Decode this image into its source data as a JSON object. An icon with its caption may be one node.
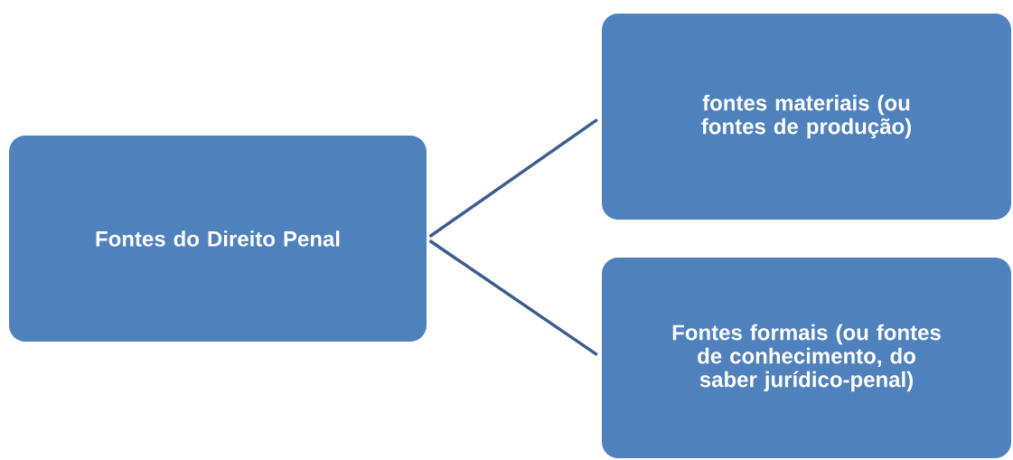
{
  "diagram": {
    "nodes": [
      {
        "text": [
          "Fontes do Direito Penal"
        ]
      },
      {
        "text": [
          "fontes materiais (ou fontes de produção)"
        ]
      },
      {
        "text": [
          "Fontes formais (ou fontes de conhecimento, do saber jurídico-penal)"
        ]
      }
    ],
    "edges": [
      {
        "from": 0,
        "to": 1,
        "arrow": "none"
      },
      {
        "from": 0,
        "to": 2,
        "arrow": "none"
      }
    ]
  }
}
